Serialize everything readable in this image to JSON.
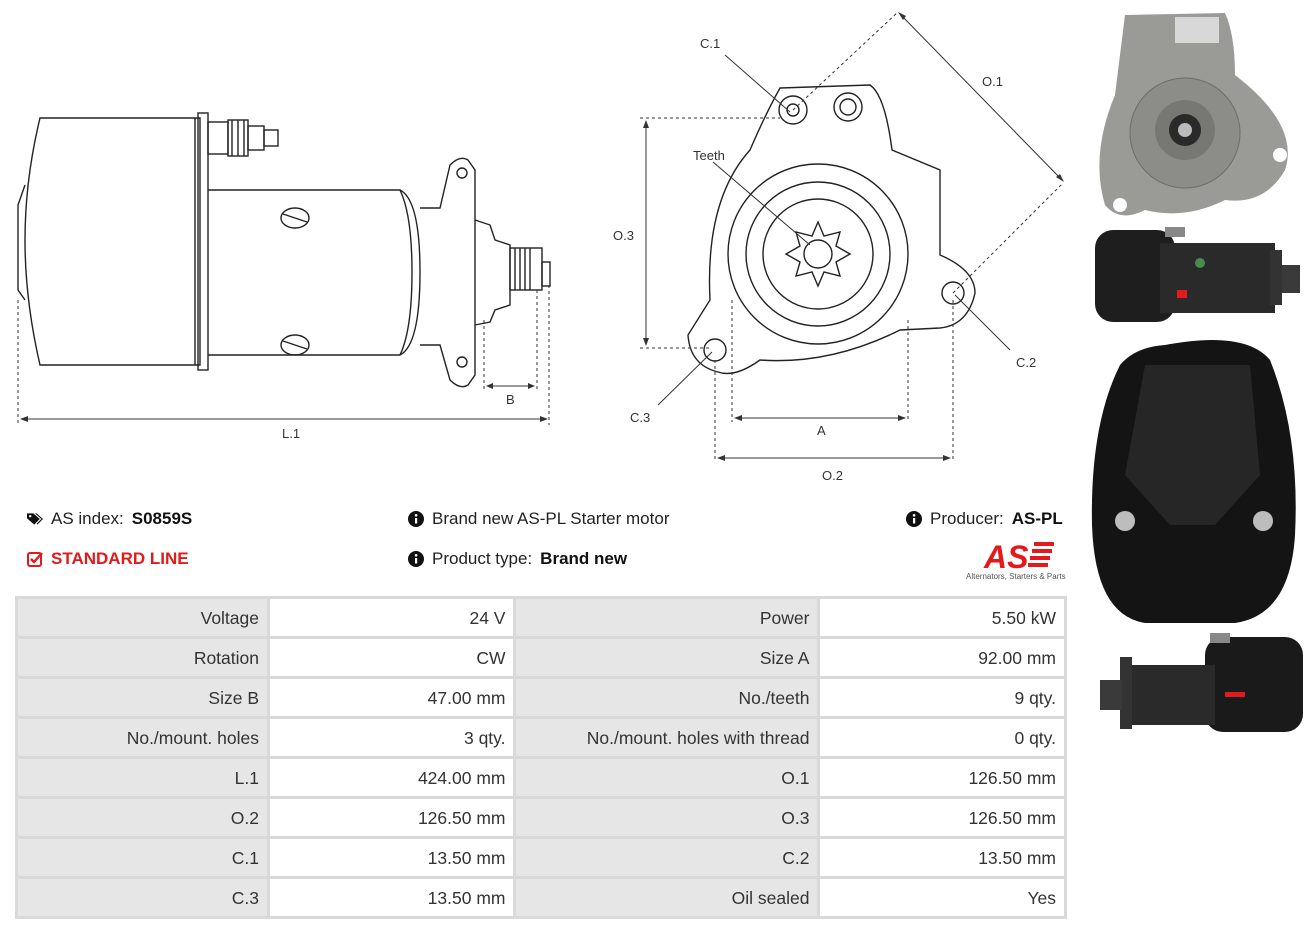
{
  "drawing_labels": {
    "l1": "L.1",
    "b": "B",
    "c1": "C.1",
    "c2": "C.2",
    "c3": "C.3",
    "o1": "O.1",
    "o2": "O.2",
    "o3": "O.3",
    "a": "A",
    "teeth": "Teeth"
  },
  "info": {
    "as_index_label": "AS index:",
    "as_index_value": "S0859S",
    "standard_line": "STANDARD LINE",
    "description": "Brand new AS-PL Starter motor",
    "product_type_label": "Product type:",
    "product_type_value": "Brand new",
    "producer_label": "Producer:",
    "producer_value": "AS-PL"
  },
  "logo": {
    "mark": "AS",
    "tagline": "Alternators, Starters & Parts",
    "color": "#e3191b"
  },
  "specs": [
    [
      "Voltage",
      "24 V",
      "Power",
      "5.50 kW"
    ],
    [
      "Rotation",
      "CW",
      "Size A",
      "92.00 mm"
    ],
    [
      "Size B",
      "47.00 mm",
      "No./teeth",
      "9 qty."
    ],
    [
      "No./mount. holes",
      "3 qty.",
      "No./mount. holes with thread",
      "0 qty."
    ],
    [
      "L.1",
      "424.00 mm",
      "O.1",
      "126.50 mm"
    ],
    [
      "O.2",
      "126.50 mm",
      "O.3",
      "126.50 mm"
    ],
    [
      "C.1",
      "13.50 mm",
      "C.2",
      "13.50 mm"
    ],
    [
      "C.3",
      "13.50 mm",
      "Oil sealed",
      "Yes"
    ]
  ]
}
